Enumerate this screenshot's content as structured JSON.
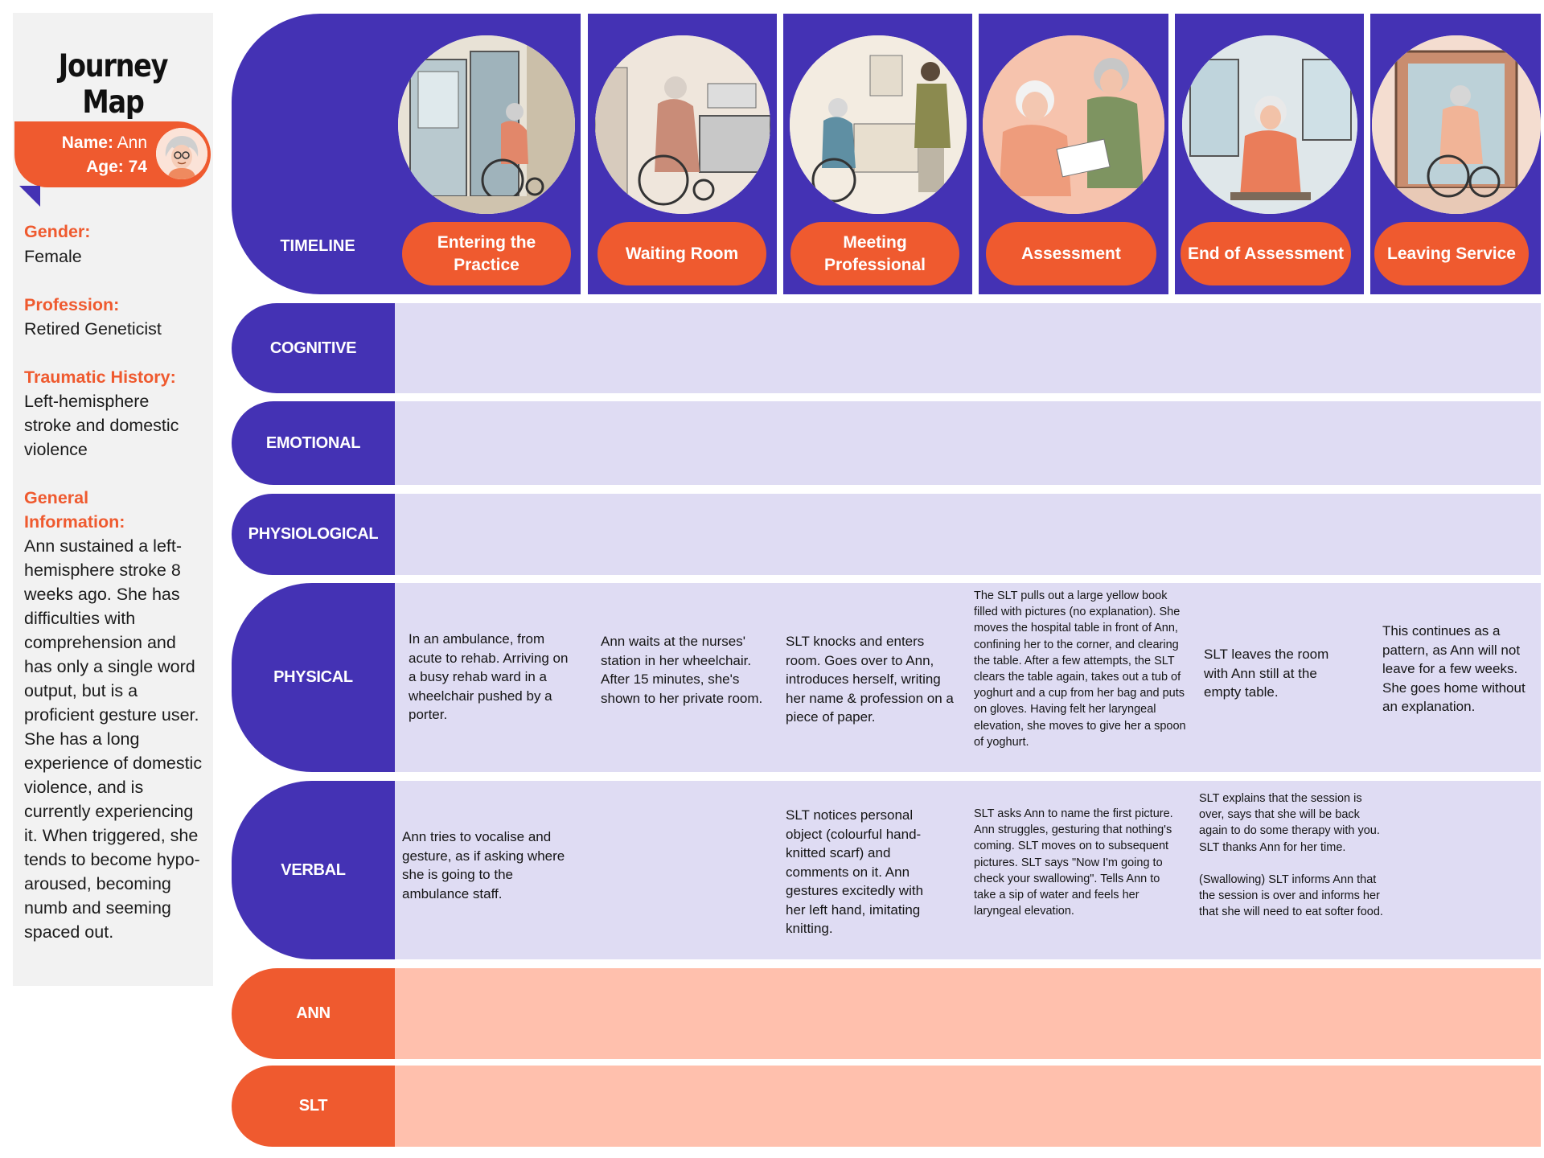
{
  "title": "Journey Map",
  "persona": {
    "name_label": "Name:",
    "name_value": " Ann",
    "age_label": "Age:",
    "age_value": " 74",
    "fields": [
      {
        "label": "Gender:",
        "value": "Female"
      },
      {
        "label": "Profession:",
        "value": "Retired Geneticist"
      },
      {
        "label": "Traumatic History:",
        "value": "Left-hemisphere stroke and domestic violence"
      },
      {
        "label": "General Information:",
        "value": "Ann sustained a left-hemisphere stroke 8 weeks ago. She has difficulties with comprehension and has only a single word output, but is a proficient gesture user. She has a long experience of domestic violence, and is currently experiencing it. When triggered, she tends to become hypo-aroused, becoming numb and seeming spaced out."
      }
    ]
  },
  "timeline": {
    "label": "TIMELINE",
    "stages": [
      {
        "label": "Entering the Practice",
        "scene_icon": "elderly-woman-wheelchair-entering-icon"
      },
      {
        "label": "Waiting Room",
        "scene_icon": "elderly-woman-wheelchair-waiting-icon"
      },
      {
        "label": "Meeting Professional",
        "scene_icon": "professional-greeting-patient-icon"
      },
      {
        "label": "Assessment",
        "scene_icon": "assessment-with-papers-icon"
      },
      {
        "label": "End of Assessment",
        "scene_icon": "patient-alone-after-session-icon"
      },
      {
        "label": "Leaving Service",
        "scene_icon": "patient-leaving-through-door-icon"
      }
    ]
  },
  "rows": {
    "cognitive": {
      "label": "COGNITIVE"
    },
    "emotional": {
      "label": "EMOTIONAL"
    },
    "physiological": {
      "label": "PHYSIOLOGICAL"
    },
    "physical": {
      "label": "PHYSICAL",
      "cells": [
        "In an ambulance, from acute to rehab. Arriving on a busy rehab ward in a wheelchair pushed by a porter.",
        "Ann waits at the nurses' station in her wheelchair. After 15 minutes, she's shown to her private room.",
        "SLT knocks and enters room. Goes over to Ann, introduces herself, writing her name & profession on a piece of paper.",
        "The SLT pulls out a large yellow book filled with pictures (no explanation). She moves the hospital table in front of Ann, confining her to the corner, and clearing the table. After a few attempts, the SLT clears the table again, takes out a tub of yoghurt and a cup from her bag and puts on gloves. Having felt her laryngeal elevation, she moves to give her a spoon of yoghurt.",
        "SLT leaves the room with Ann still at the empty table.",
        "This continues as a pattern, as Ann will not leave for a few weeks. She goes home without an explanation."
      ]
    },
    "verbal": {
      "label": "VERBAL",
      "cells": [
        "Ann tries to vocalise and gesture, as if asking where she is going to the ambulance staff.",
        "",
        "SLT notices personal object (colourful hand-knitted scarf) and comments on it. Ann gestures excitedly with her left hand, imitating knitting.",
        "SLT asks Ann to name the first picture. Ann struggles, gesturing that nothing's coming. SLT moves on to subsequent pictures. SLT says \"Now I'm going to check your swallowing\". Tells Ann to take a sip of water and feels her laryngeal elevation.",
        "SLT explains that the session is over, says that she will be back again to do some therapy with you. SLT thanks Ann for her time.\n\n(Swallowing) SLT informs Ann that the session is over and informs her that she will need to eat softer food.",
        ""
      ]
    },
    "ann": {
      "label": "ANN"
    },
    "slt": {
      "label": "SLT"
    }
  },
  "colors": {
    "purple": "#4432b4",
    "orange": "#ef5a2f",
    "lavender": "#dfdcf3",
    "peach": "#ffc0ad"
  }
}
